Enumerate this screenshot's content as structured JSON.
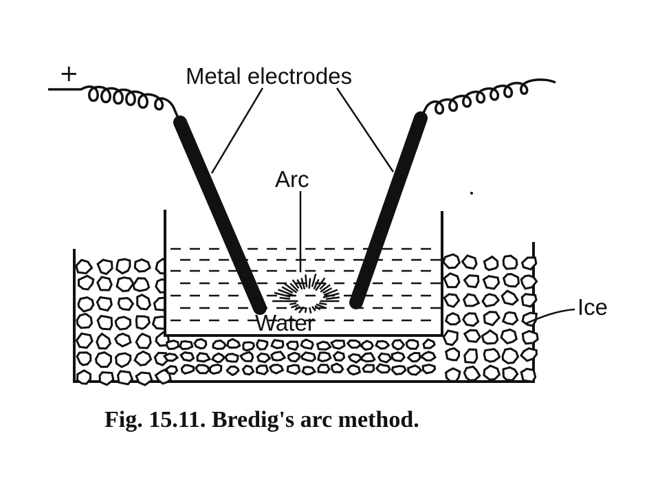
{
  "labels": {
    "positive": "+",
    "electrodes": "Metal electrodes",
    "arc": "Arc",
    "water": "Water",
    "ice": "Ice"
  },
  "caption": "Fig. 15.11. Bredig's arc method.",
  "colors": {
    "ink": "#111111",
    "background": "#ffffff"
  }
}
